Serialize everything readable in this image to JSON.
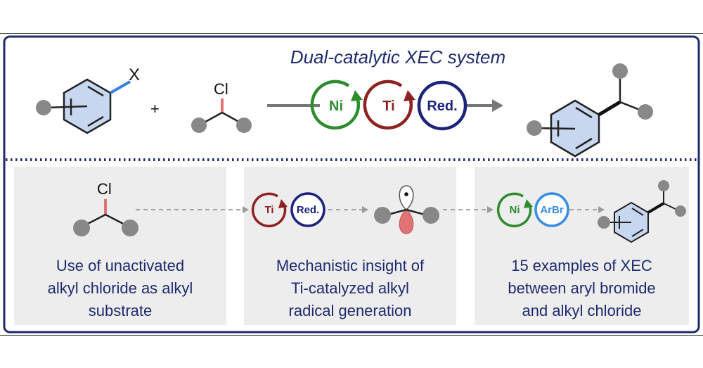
{
  "title": "Dual-catalytic XEC system",
  "reaction": {
    "aryl_leaving_group": "X",
    "plus": "+",
    "alkyl_halogen": "Cl",
    "catalysts": [
      "Ni",
      "Ti",
      "Red."
    ]
  },
  "panels": [
    {
      "label_lines": [
        "Use of unactivated",
        "alkyl chloride as alkyl",
        "substrate"
      ],
      "halogen": "Cl"
    },
    {
      "label_lines": [
        "Mechanistic insight of",
        "Ti-catalyzed alkyl",
        "radical generation"
      ],
      "catalysts": [
        "Ti",
        "Red."
      ]
    },
    {
      "label_lines": [
        "15 examples of XEC",
        "between aryl bromide",
        "and alkyl chloride"
      ],
      "catalysts": [
        "Ni",
        "ArBr"
      ]
    }
  ],
  "colors": {
    "navy": "#1f2a6e",
    "ni_green": "#2e8b2e",
    "ti_red": "#8e2222",
    "red_navy": "#1b237a",
    "arbr_blue": "#3a8ee0",
    "bond_red": "#e07474",
    "bond_blue": "#3a7ee0",
    "ring_fill": "#c8d7f0",
    "atom_gray": "#888888",
    "panel_bg": "#ededed"
  }
}
